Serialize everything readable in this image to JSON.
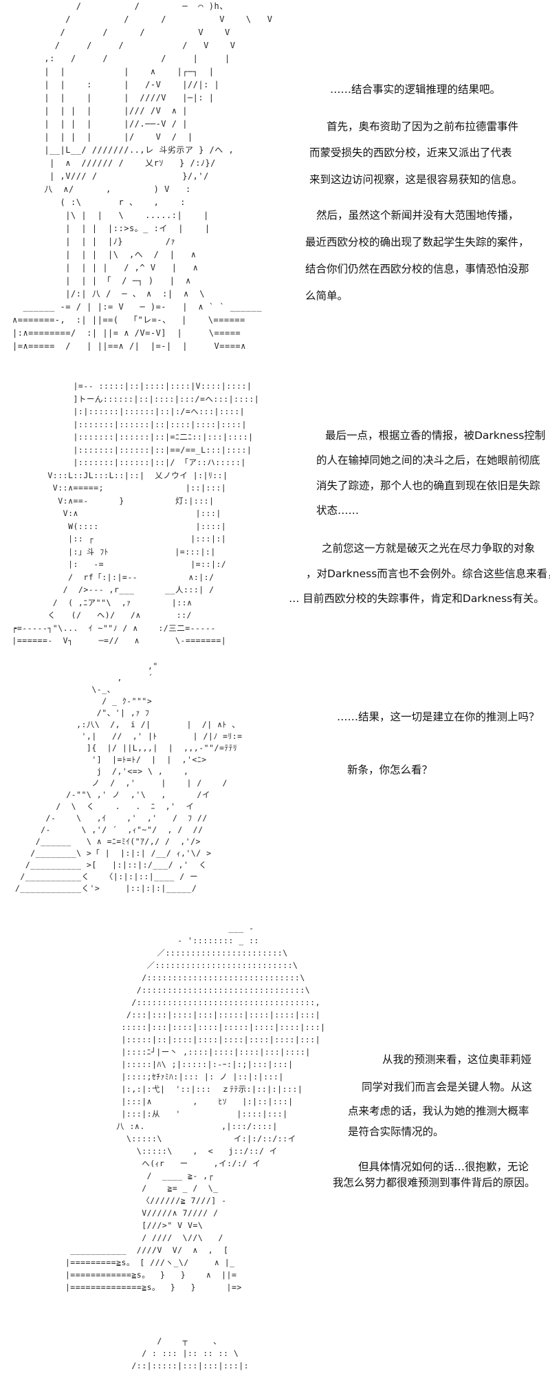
{
  "panels": [
    {
      "art": "            /          /        ─  ⌒ )h、\n          /          /      /          V    \\   V\n         /       /      /          V    V\n        /     /     /           /   V    V\n      ,:   /     /          /     |     |\n      |  |           |    ∧    |┌─┐  |\n      |  |    :      |   /-V    |//|: |\n      |  |    |      |  ////V   |─|: |\n      |  | |  |      |/// /V  ∧ |\n      |  | |  |      |//.──-V / |\n      |  | |  |      |/    V  /  |\n      |__|L__/ ///////..,レ 斗劣示ア } /へ ,\n       |  ∧  ////// /    乂rｿ   } /:ﾉ}/\n       | ,V/// /                }/,'/\n      八  ∧/      ,        ) V   :\n         ( :\\       r 、   ,    :\n          |\\ |  |   \\    .....:|    |\n          |  | |  |::>s。_ :イ  |    |\n          |  | |  |ﾉ}        /ｧ\n          |  | |  |\\  ,へ  /  |   ∧\n          |  | | |   / ,^ V   |   ∧\n          |  | | 「  / ─┐ )   |  ∧\n          |/:| 八 /  ─ 、 ∧  :|  ∧  \\\n  ______ -= / | |:= V   ─ )=-   |  ∧ ` ` ______\n∧=======-,  :| ||==(  「\"レ=-、  |    \\======\n|:∧========/  :| ||= ∧ /V=-V]  |     \\=====\n|=∧=====  /   | ||==∧ /|  |=-|  |     V====∧"
    },
    {
      "text": [
        "……结合事实的逻辑推理的结果吧。",
        "首先，奥布资助了因为之前布拉德雷事件",
        "而蒙受损失的西欧分校，近来又派出了代表",
        "来到这边访问视察，这是很容易获知的信息。",
        "然后，虽然这个新闻并没有大范围地传播，",
        "最近西欧分校的确出现了数起学生失踪的案件，",
        "结合你们仍然在西欧分校的信息，事情恐怕没那",
        "么简单。"
      ]
    },
    {
      "art": "             |=-- :::::|::|::::|::::|V::::|::::|\n             ]トーん::::::|::|::::|:::/=へ:::|::::|\n             |:|::::::|::::::|::|:/=へ:::|::::|\n             |:::::::|::::::|::|::::|::::|::::|\n             |:::::::|::::::|::|=ﾆ二ﾆ::|:::|::::|\n             |:::::::|::::::|::|==/==_L:::|::::|\n             |:::::::|::::::|::|/ 「ア::ハ:::::|\n        V:::L::JL:::L::|::|  乂ノウイ |:|ﾘ::|\n         V::∧=====;                |::|:::|\n          V:∧==-      }          灯:|:::|\n           V:∧                       |:::|\n            W(::::                   |::::|\n            |:: ┌                   |:::|:|\n            |:」斗 ﾌﾄ             |=:::|:|\n            |:   -=                 |=::|:/\n            /  rf「:|:|=--          ∧:|:/\n           /  />--- ,r___      __人:::| /\n         /  ( ,ﾆア\"\"\\  ,ｧ        |::∧\n        く   (/   ヘ)/   /∧       ::/\n ┍=-----┐\"\\...  ｲ ~\"\"ﾉ / ∧    :/三二=-----\n |======-  V┐     ─=//   ∧       \\-=======|"
    },
    {
      "text": [
        "最后一点，根据立香的情报，被Darkness控制",
        "的人在输掉同她之间的决斗之后，在她眼前彻底",
        "消失了踪迹，那个人也的确直到现在依旧是失踪",
        "状态……",
        "之前您这一方就是破灭之光在尽力争取的对象",
        "，对Darkness而言也不会例外。综合这些信息来看，",
        "… 目前西欧分校的失踪事件，肯定和Darkness有关。"
      ]
    },
    {
      "art": "                          ,\"\n                    ,     ´\n               \\-_、\n                 / _ ｸ-\"\"\">\n                /\"、'| ,ｧ ﾌ\n            ,:八\\  /,  i /|       |  /| ∧ﾄ 、\n             ',|   //  ,' |ﾄ       | /|ﾉ =ﾘ:=\n              ]{  |/ ||L,,,|  |  ,,,-\"\"/=ﾃﾃﾘ\n               ']  |=ﾄ=ﾄ/  |  |  ,'<ﾆ>\n                j  /,'<=> \\ ,    ,\n               ノ  /  ,'     |    | /    /\n          /-\"\"\\ ,' ノ  ,'\\   ,      /イ\n        /  \\  く    .   .  ﾆ  ,'  イ\n      /-    \\   ,ｲ    ,'  ,'   /  ﾌ //\n     /-      \\ ,'/ ´  ,ｨ\"~\"/  , /  //\n    /______   \\ ∧ =ﾆ=ﾐｲ(\"ｱ/,/ /  ,'/>\n   /________\\ >「 |  |:|:| /__/ ｨ,'\\/ >\n  /__________ >[   |:|::|:/___/ ,'  く\n /___________く   〈|:|:|::|____ / ー\n/____________く'>     |::|:|:|_____/"
    },
    {
      "text": [
        "……结果，这一切是建立在你的推测上吗？",
        "新条，你怎么看？"
      ]
    },
    {
      "art": "                                  ___ -\n                        - ':::::::: _ ::\n                    ／:::::::::::::::::::::::\\\n                  ／:::::::::::::::::::::::::::\\\n                 /::::::::::::::::::::::::::::::\\\n                /::::::::::::::::::::::::::::::::\\\n               /:::::::::::::::::::::::::::::::::::,\n              /:::|:::|::::|:::|:::::|::::|::::|:::|\n             :::::|:::|::::|::::|:::::|::::|::::|:::|\n             |:::::|::|::::|::::|::::|::::|::::|:::|\n             |::::ﾆ┘|ー丶 ,::::|::::|::::|:::|::::|\n             |:::::|ﾊ\\ ;|:::::|:-ｰ:|:;|:::|:::|\n             |::::;ｾﾁｧﾐﾊ:|::: |: ノ |::|:|:::|\n             |:,:|:弋|  '::|:::  ｚﾃﾃ示:|::|:|:::|\n             |:::|∧        ,    ﾋｿ   |:|::|:::|\n             |:::|:从   '           |::::|:::|\n            八 :∧.               ,|:::/::::|\n              \\:::::\\              イ:|:/::/::イ\n                \\:::::\\    ,  <   j::/::/ イ\n                 へ(ｨr   ー     ,イ:/:/ イ\n                  /  ____ ≧- ,┌\n                 /    ≧= _ /  \\_\n                 〈//////≧ 7///] -\n                 V/////∧ 7//// /\n                 [///>\" V V=\\\n                 / ////  \\//\\   /\n   ___________  ////V  V/  ∧  ,  [\n  |=========≧s。 [ ///ヽ_\\/     ∧ |_\n  |============≧s。  }   }    ∧  ||=\n  |==============≧s。  }   }      |=>"
    },
    {
      "text": [
        "从我的预测来看，这位奥菲莉娅",
        "同学对我们而言会是关键人物。从这",
        "点来考虑的话，我认为她的推测大概率",
        "是符合实际情况的。",
        "但具体情况如何的话…很抱歉，无论",
        "我怎么努力都很难预测到事件背后的原因。"
      ]
    },
    {
      "art": "                    /    ┬     、\n                 / : ::: |:: :: :: \\\n               /::|:::::|:::|:::|:::|:"
    }
  ]
}
